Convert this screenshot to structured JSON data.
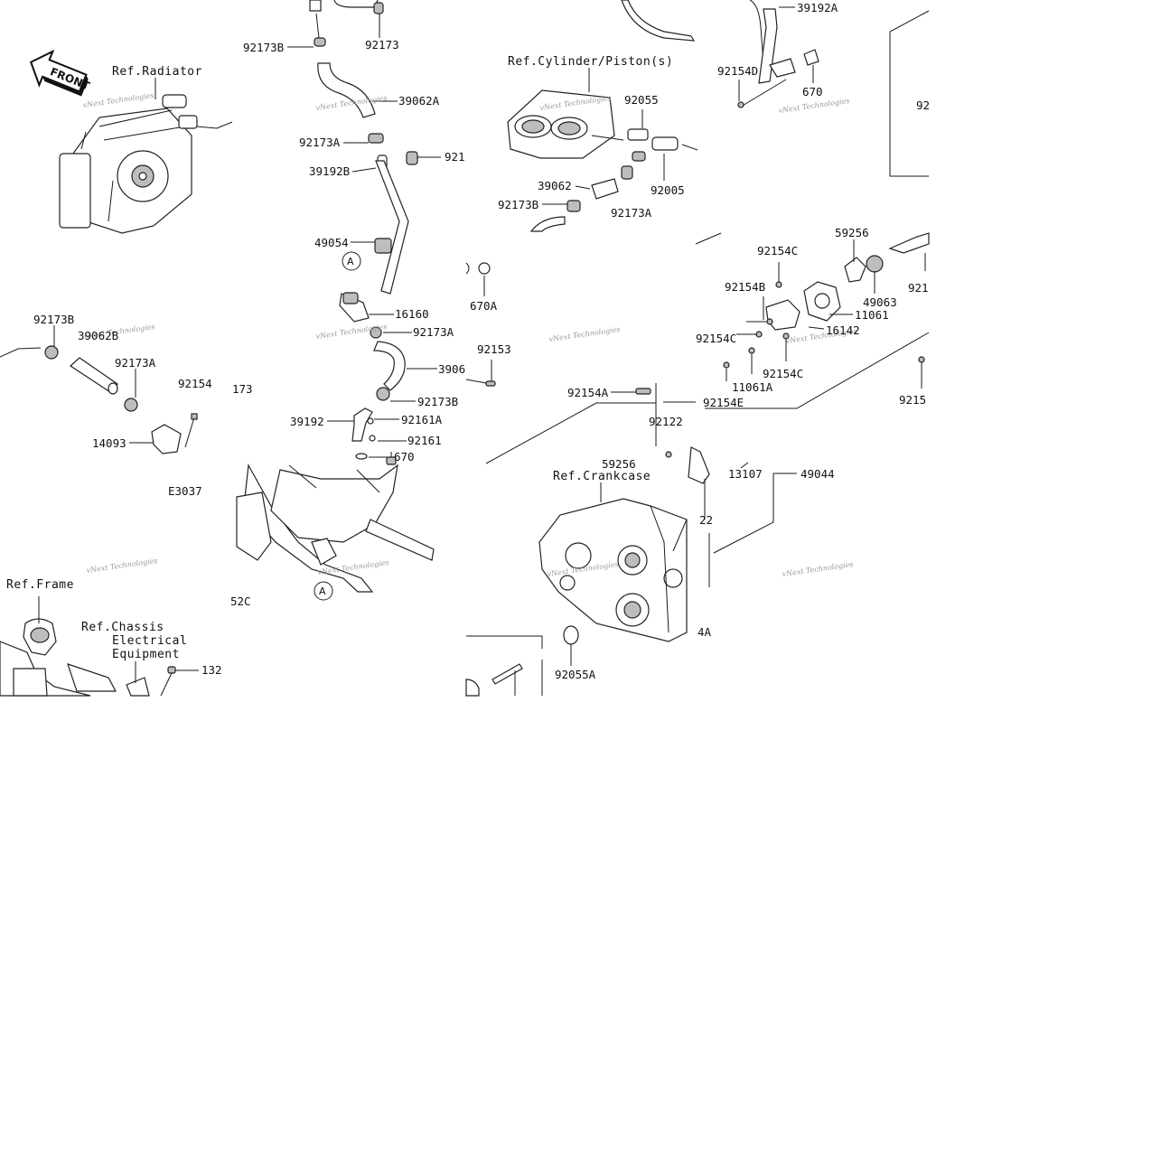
{
  "refs": {
    "radiator": "Ref.Radiator",
    "cylinder": "Ref.Cylinder/Piston(s)",
    "crankcase": "Ref.Crankcase",
    "frame": "Ref.Frame",
    "chassis_1": "Ref.Chassis",
    "chassis_2": "Electrical",
    "chassis_3": "Equipment"
  },
  "front_arrow": "FRONT",
  "figure_code": "E3037",
  "callout_marker": "A",
  "watermark": "vNext Technologies",
  "labels": {
    "p92173B_top": "92173B",
    "p92173_top": "92173",
    "p39062A": "39062A",
    "p92173A_upper": "92173A",
    "p921_right": "921",
    "p39192B": "39192B",
    "p49054": "49054",
    "p16160": "16160",
    "p92173A_mid": "92173A",
    "p3906": "3906",
    "p92173B_mid": "92173B",
    "p39192": "39192",
    "p92161A": "92161A",
    "p92161": "92161",
    "p670_mid": "670",
    "p92055": "92055",
    "p39062": "39062",
    "p92173B_cyl": "92173B",
    "p92005": "92005",
    "p92173A_cyl": "92173A",
    "p670A": "670A",
    "p92153": "92153",
    "p39192A": "39192A",
    "p92154D": "92154D",
    "p670_right": "670",
    "p92_edge": "92",
    "p59256_top": "59256",
    "p92154C_top": "92154C",
    "p92154B": "92154B",
    "p49063": "49063",
    "p92i_edge": "921",
    "p11061": "11061",
    "p92154C_left": "92154C",
    "p16142": "16142",
    "p92154C_right": "92154C",
    "p11061A": "11061A",
    "p92154A": "92154A",
    "p92154E": "92154E",
    "p9215_edge": "9215",
    "p92122": "92122",
    "p59256_mid": "59256",
    "p13107": "13107",
    "p49044": "49044",
    "p22": "22",
    "p4A": "4A",
    "p92055A": "92055A",
    "p92173B_left": "92173B",
    "p39062B": "39062B",
    "p92173A_left": "92173A",
    "p92154_left": "92154",
    "p173": "173",
    "p14093": "14093",
    "p2C": "52C",
    "p132": "132"
  }
}
